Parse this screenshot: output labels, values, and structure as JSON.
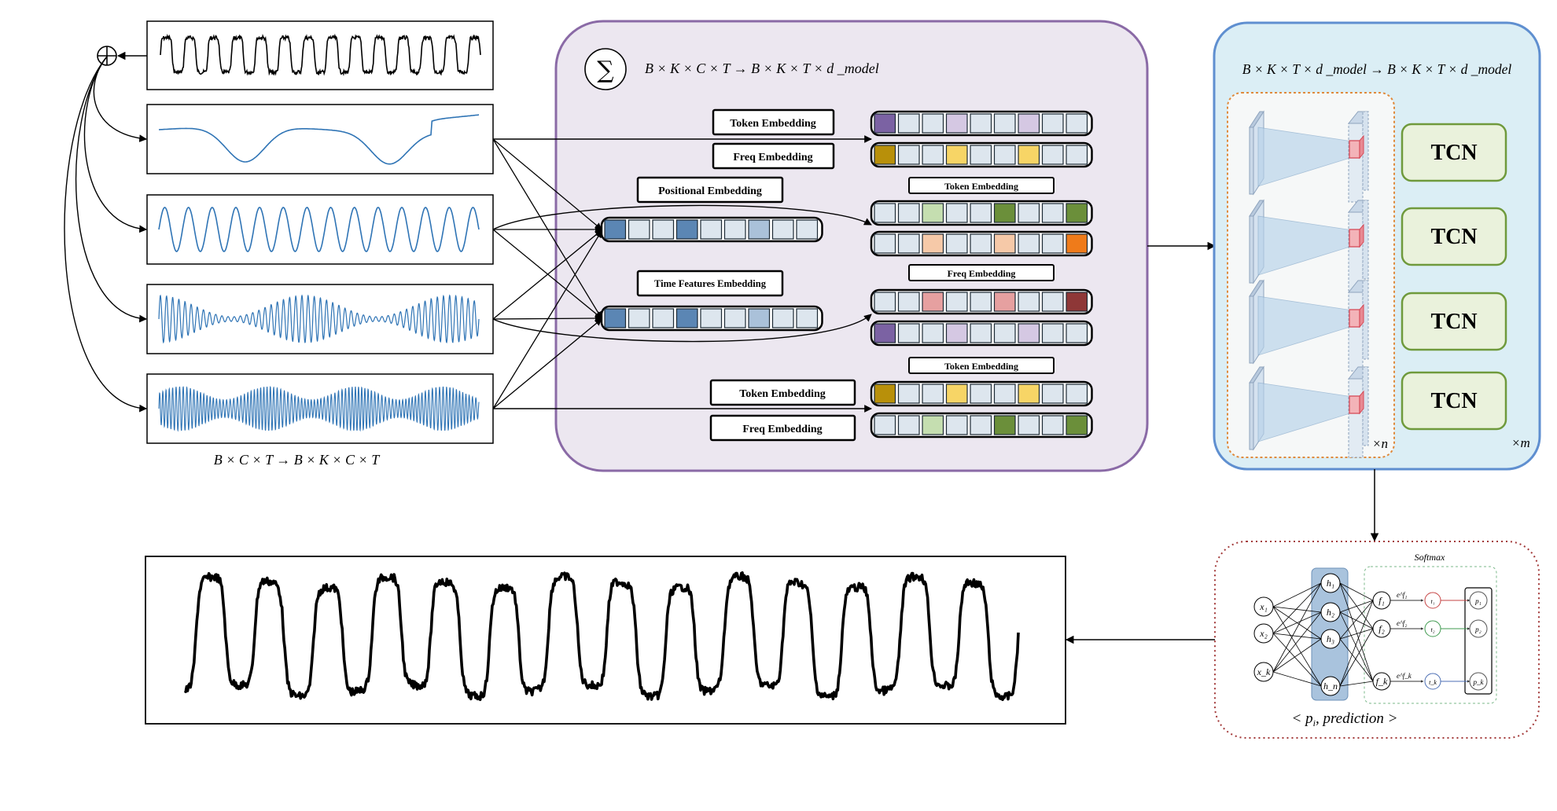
{
  "decomposition": {
    "formula": "B × C × T → B × K × C × T"
  },
  "embedding_block": {
    "sum_symbol": "∑",
    "formula": "B × K × C × T → B × K × T × d _model",
    "labels": {
      "token_1": "Token Embedding",
      "freq_1": "Freq Embedding",
      "positional": "Positional Embedding",
      "token_2": "Token Embedding",
      "time_features": "Time Features Embedding",
      "freq_2": "Freq Embedding",
      "token_3": "Token Embedding",
      "token_4": "Token Embedding",
      "freq_3": "Freq Embedding"
    },
    "colors": {
      "purple": "#7b62a3",
      "lavender": "#d5c8e3",
      "olive": "#b8900a",
      "yellow": "#f7d566",
      "lightgreen": "#c5deb0",
      "darkgreen": "#6b8f3a",
      "peach": "#f6c9a8",
      "orange": "#ef7b1a",
      "pink": "#e6a0a0",
      "darkred": "#8e3737",
      "blue": "#5b86b4",
      "lightblue": "#aac1d9",
      "cell": "#dde6ee",
      "panel": "#ece7f0",
      "panel_border": "#8a6aa6"
    }
  },
  "tcn_block": {
    "formula": "B × K × T × d _model → B × K × T × d _model",
    "tcn_label": "TCN",
    "repeat_n": "×n",
    "repeat_m": "×m",
    "colors": {
      "panel": "#dbeef5",
      "border": "#5f8fd0",
      "tcn_fill": "#eaf2dc",
      "tcn_border": "#6f9a3c"
    }
  },
  "softmax_block": {
    "title": "Softmax",
    "output": "< p",
    "output_sub": "i",
    "output_rest": ", prediction >",
    "inputs": [
      "x₁",
      "x₂",
      "x_k"
    ],
    "hidden": [
      "h₁",
      "h₂",
      "h₃",
      "h_n"
    ],
    "f_nodes": [
      "f₁",
      "f₂",
      "f_k"
    ],
    "t_nodes": [
      "t₁",
      "t₂",
      "t_k"
    ],
    "p_nodes": [
      "p₁",
      "p₂",
      "p_k"
    ],
    "exp_labels": [
      "e^f₁",
      "e^f₂",
      "e^f_k"
    ]
  }
}
